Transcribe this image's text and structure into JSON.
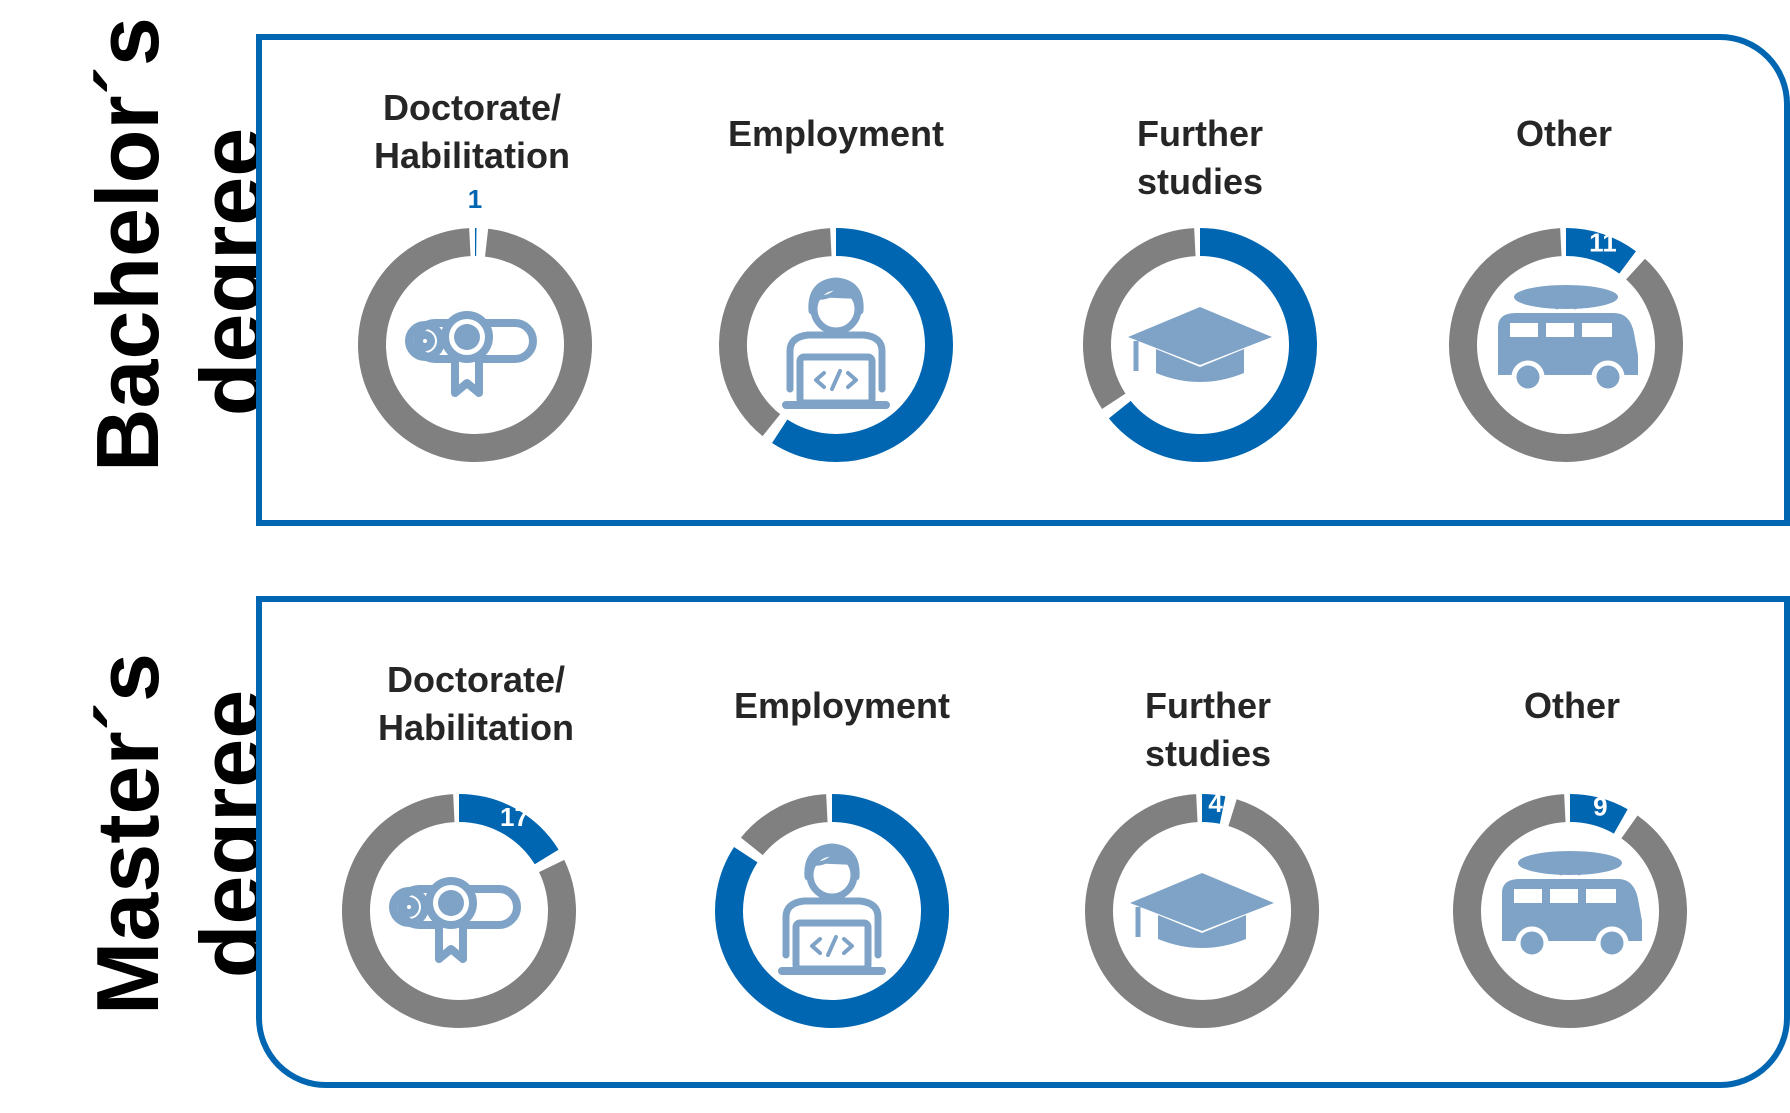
{
  "colors": {
    "accent": "#0066b2",
    "remainder": "#808080",
    "icon": "#7fa3c7"
  },
  "rows": [
    {
      "label_line1": "Bachelor´s",
      "label_line2": "degree",
      "items": [
        {
          "title_line1": "Doctorate/",
          "title_line2": "Habilitation",
          "icon": "diploma-icon",
          "value_label": "1"
        },
        {
          "title_line1": "Employment",
          "title_line2": "",
          "icon": "programmer-laptop-icon",
          "value_label": "60"
        },
        {
          "title_line1": "Further",
          "title_line2": "studies",
          "icon": "graduation-cap-icon",
          "value_label": "65"
        },
        {
          "title_line1": "Other",
          "title_line2": "",
          "icon": "camper-van-icon",
          "value_label": "11"
        }
      ]
    },
    {
      "label_line1": "Master´s",
      "label_line2": "degree",
      "items": [
        {
          "title_line1": "Doctorate/",
          "title_line2": "Habilitation",
          "icon": "diploma-icon",
          "value_label": "17"
        },
        {
          "title_line1": "Employment",
          "title_line2": "",
          "icon": "programmer-laptop-icon",
          "value_label": "85"
        },
        {
          "title_line1": "Further",
          "title_line2": "studies",
          "icon": "graduation-cap-icon",
          "value_label": "4"
        },
        {
          "title_line1": "Other",
          "title_line2": "",
          "icon": "camper-van-icon",
          "value_label": "9"
        }
      ]
    }
  ],
  "chart_data": {
    "type": "pie",
    "unit": "percent",
    "series": [
      {
        "name": "Bachelor´s degree",
        "categories": [
          "Doctorate/Habilitation",
          "Employment",
          "Further studies",
          "Other"
        ],
        "values": [
          1,
          60,
          65,
          11
        ]
      },
      {
        "name": "Master´s degree",
        "categories": [
          "Doctorate/Habilitation",
          "Employment",
          "Further studies",
          "Other"
        ],
        "values": [
          17,
          85,
          4,
          9
        ]
      }
    ]
  }
}
